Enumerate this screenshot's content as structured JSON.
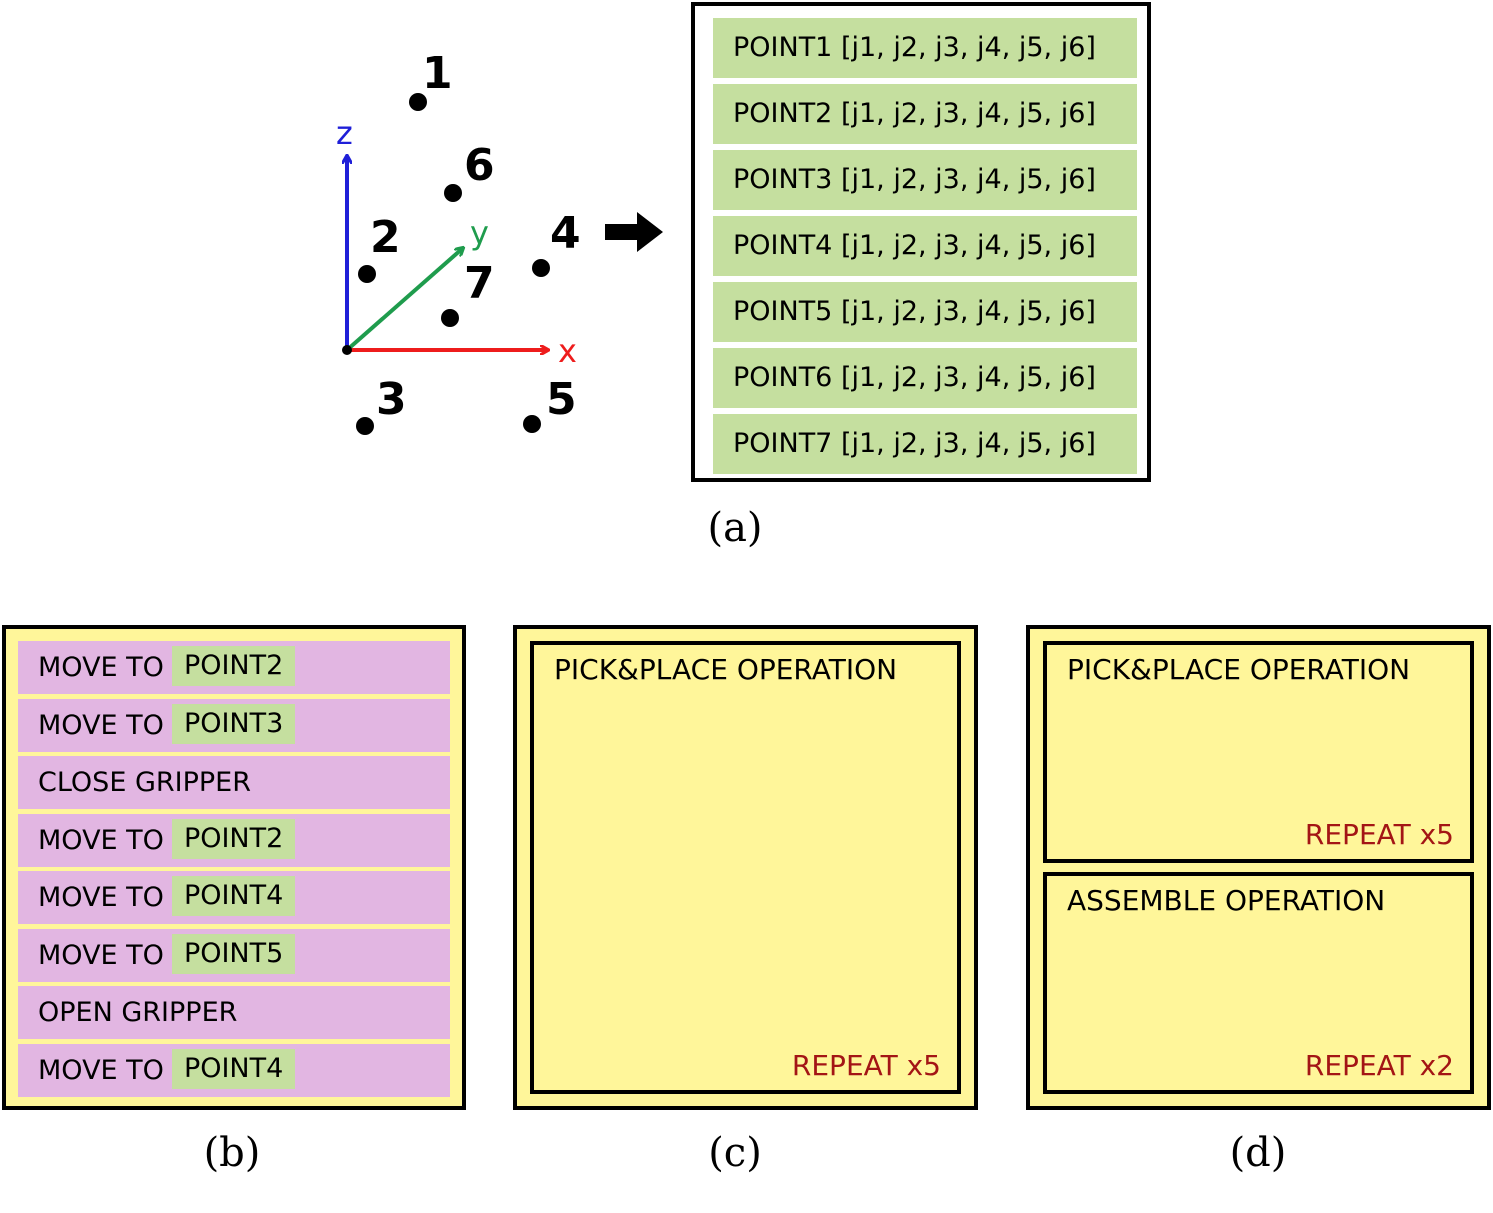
{
  "panel_a": {
    "axes": {
      "x_label": "x",
      "y_label": "y",
      "z_label": "z",
      "x_color": "#ee1c1c",
      "y_color": "#1f9c4d",
      "z_color": "#1f1fd8"
    },
    "point_labels": [
      "1",
      "2",
      "3",
      "4",
      "5",
      "6",
      "7"
    ],
    "point_list": [
      "POINT1 [j1, j2, j3, j4, j5, j6]",
      "POINT2 [j1, j2, j3, j4, j5, j6]",
      "POINT3 [j1, j2, j3, j4, j5, j6]",
      "POINT4 [j1, j2, j3, j4, j5, j6]",
      "POINT5 [j1, j2, j3, j4, j5, j6]",
      "POINT6 [j1, j2, j3, j4, j5, j6]",
      "POINT7 [j1, j2, j3, j4, j5, j6]"
    ],
    "caption": "(a)"
  },
  "panel_b": {
    "commands": [
      {
        "action": "MOVE TO",
        "point": "POINT2"
      },
      {
        "action": "MOVE TO",
        "point": "POINT3"
      },
      {
        "action": "CLOSE GRIPPER",
        "point": ""
      },
      {
        "action": "MOVE TO",
        "point": "POINT2"
      },
      {
        "action": "MOVE TO",
        "point": "POINT4"
      },
      {
        "action": "MOVE TO",
        "point": "POINT5"
      },
      {
        "action": "OPEN GRIPPER",
        "point": ""
      },
      {
        "action": "MOVE TO",
        "point": "POINT4"
      }
    ],
    "caption": "(b)"
  },
  "panel_c": {
    "title": "PICK&PLACE OPERATION",
    "repeat": "REPEAT x5",
    "caption": "(c)"
  },
  "panel_d": {
    "blocks": [
      {
        "title": "PICK&PLACE OPERATION",
        "repeat": "REPEAT x5"
      },
      {
        "title": "ASSEMBLE OPERATION",
        "repeat": "REPEAT x2"
      }
    ],
    "caption": "(d)"
  },
  "colors": {
    "point_green": "#c5df9f",
    "command_purple": "#e2b6e2",
    "block_yellow": "#fff69a",
    "repeat_red": "#a31515"
  }
}
